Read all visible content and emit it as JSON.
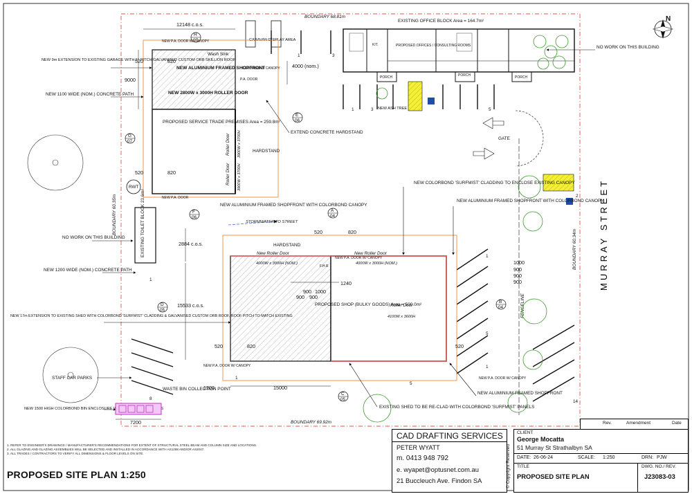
{
  "sheet": {
    "title": "PROPOSED SITE PLAN 1:250",
    "notes": [
      "1.   REFER TO ENGINEER'S DRAWINGS / MANUFACTURER'S RECOMMENDATIONS FOR EXTENT OF STRUCTURAL STEEL BEAM AND COLUMN SIZE AND LOCATIONS.",
      "2.   ALL GLAZING AND GLAZING ASSEMBLIES WILL BE SELECTED AND INSTALLED IN ACCORDANCE WITH AS1288 AND/OR AS2047.",
      "3.   ALL TRADES / CONTRACTORS TO VERIFY ALL DIMENSIONS & FLOOR LEVELS ON SITE."
    ],
    "north": "N",
    "street": "MURRAY STREET"
  },
  "title_block": {
    "company": "CAD DRAFTING SERVICES",
    "person": "PETER WYATT",
    "mobile": "m. 0413 948 792",
    "email": "e. wyapet@optusnet.com.au",
    "address": "21 Buccleuch Ave. Findon SA",
    "copyright": "© Copyright Reserved",
    "client_label": "CLIENT",
    "client_name": "George Mocatta",
    "client_address": "51 Murray St Strathalbyn SA",
    "date_label": "DATE:",
    "date": "26-06-24",
    "scale_label": "SCALE:",
    "scale": "1:250",
    "drn_label": "DRN:",
    "drn": "PJW",
    "title_label": "TITLE",
    "title": "PROPOSED SITE PLAN",
    "dwg_label": "DWG. NO./ REV.",
    "dwg": "J23083-03",
    "rev_col": "Rev.",
    "amend_col": "Amendment",
    "date_col": "Date"
  },
  "labels": {
    "boundary_top": "BOUNDARY 68.81m",
    "boundary_bottom": "BOUNDARY 69.92m",
    "boundary_left": "BOUNDARY 60.35m",
    "boundary_right": "BOUNDARY 60.34m",
    "existing_office": "EXISTING OFFICE BLOCK Area = 164.7m²",
    "proposed_offices": "PROPOSED OFFICES / CONSULTING ROOMS",
    "kit": "KIT.",
    "porch": "PORCH",
    "no_work_right": "NO WORK ON THIS BUILDING",
    "no_work_left": "NO WORK ON THIS BUILDING",
    "caravan_display": "CARAVAN DISPLAY AREA",
    "wash_sink": "Wash Sink",
    "colorbond_canopy": "COLORBOND CANOPY",
    "pa_door": "P.A. DOOR",
    "new_pa_door_canopy": "NEW P.A. DOOR W/ CANOPY",
    "new_pa_door": "NEW P.A. DOOR",
    "garage_ext": "NEW 9m EXTENSION TO EXISTING GARAGE WITH 5° PITCH GALVANISED CUSTOM ORB SKILLION ROOF",
    "concrete_path_1100": "NEW 1100 WIDE (NOM.) CONCRETE PATH",
    "alu_shopfront": "NEW ALUMINIUM FRAMED SHOPFRONT",
    "roller_2800": "NEW 2800W x 3000H ROLLER DOOR",
    "service_trade": "PROPOSED SERVICE TRADE PREMISES Area = 259.8m²",
    "roller_door": "Roller Door",
    "rd_3900": "3900W x 3700H",
    "extend_hardstand": "EXTEND CONCRETE HARDSTAND",
    "hardstand": "HARDSTAND",
    "rwt": "RWT",
    "gate": "GATE",
    "new_ash_tree": "NEW ASH TREE",
    "toilet_block": "EXISTING TOILET BLOCK 23.6m²",
    "stormwater": "STORMWATER TO STREET",
    "alu_shopfront_canopy": "NEW ALUMINIUM FRAMED SHOPFRONT WITH COLORBOND CANOPY",
    "surfmist_cladding": "NEW COLORBOND 'SURFMIST' CLADDING TO ENCLOSE EXISTING CANOPY",
    "alu_shopfront_canopy_r": "NEW ALUMINIUM FRAMED SHOPFRONT WITH COLORBOND CANOPY",
    "new_roller_door": "New Roller Door",
    "rd_4000": "4000W x 3000H (NOM.)",
    "fhr": "F.H.R",
    "proposed_shop": "PROPOSED SHOP (BULKY GOODS) Area = 500.0m²",
    "rd_4100": "4100W x 3600H",
    "concrete_path_1200": "NEW 1200 WIDE (NOM.) CONCRETE PATH",
    "shed_ext": "NEW 17m EXTENSION TO EXISTING SHED WITH COLORBOND 'SURFMIST' CLADDING & GALVANISED CUSTOM ORB ROOF, ROOF PITCH TO MATCH EXISTING",
    "staff_parks": "STAFF CAR PARKS",
    "waste_bin": "WASTE BIN COLLECTION POINT",
    "bin_enclosure": "NEW 1500 HIGH COLORBOND BIN ENCLOSURE WITH COLORBOND GATES",
    "reclad": "EXISTING SHED TO BE RE-CLAD WITH COLORBOND 'SURFMIST' PANELS",
    "alu_shopfront_r": "NEW ALUMINIUM FRAMED SHOPFRONT",
    "new_pa_door_canopy_r": "NEW P.A. DOOR W/ CANOPY",
    "fenceline": "FENCELINE"
  },
  "dims": {
    "d12148": "12148 c.o.s.",
    "d520a": "520",
    "d820a": "820",
    "d9000": "9000",
    "d520b": "520",
    "d820b": "820",
    "d4000": "4000 (nom.)",
    "d2884": "2884 c.o.s.",
    "d15533": "15533 c.o.s.",
    "d520c": "520",
    "d820c": "820",
    "d1240": "1240",
    "d900a": "900",
    "d1000a": "1000",
    "d900b": "900",
    "d900c": "900",
    "d520d": "520",
    "d820d": "820",
    "d520e": "520",
    "d1200": "1200",
    "d15000": "15000",
    "d1000r": "1000",
    "d900r1": "900",
    "d900r2": "900",
    "d900r3": "900",
    "d7200": "7200"
  },
  "park_numbers": {
    "p1a": "1",
    "p3": "3",
    "p1b": "1",
    "p3b": "3",
    "p5": "5",
    "p1c": "1",
    "p2": "2",
    "p1d": "1",
    "p5b": "5",
    "p14": "14",
    "p1e": "1",
    "p5c": "5",
    "p8": "8",
    "p1f": "1"
  },
  "sections": {
    "h": {
      "letter": "H",
      "num": "07"
    },
    "e": {
      "letter": "E",
      "num": "06"
    },
    "g": {
      "letter": "G",
      "num": "07"
    },
    "f": {
      "letter": "F",
      "num": "06"
    },
    "a": {
      "letter": "A",
      "num": "04"
    },
    "d": {
      "letter": "D",
      "num": "05"
    },
    "b": {
      "letter": "B",
      "num": "04"
    },
    "c": {
      "letter": "C",
      "num": "05"
    }
  }
}
